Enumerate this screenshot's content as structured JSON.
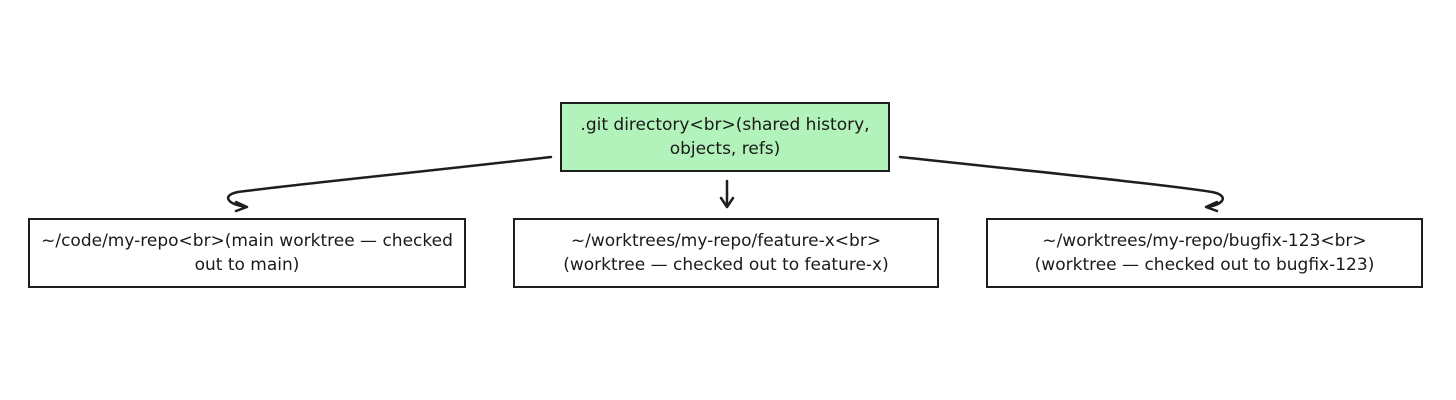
{
  "diagram": {
    "nodes": {
      "git": {
        "line1": ".git directory<br>(shared history,",
        "line2": "objects, refs)",
        "fill": "#b2f2bb"
      },
      "main": {
        "line1": "~/code/my-repo<br>(main worktree — checked",
        "line2": "out to main)"
      },
      "feature": {
        "line1": "~/worktrees/my-repo/feature-x<br>",
        "line2": "(worktree — checked out to feature-x)"
      },
      "bugfix": {
        "line1": "~/worktrees/my-repo/bugfix-123<br>",
        "line2": "(worktree — checked out to bugfix-123)"
      }
    },
    "edges": [
      {
        "from": "git",
        "to": "main"
      },
      {
        "from": "git",
        "to": "feature"
      },
      {
        "from": "git",
        "to": "bugfix"
      }
    ],
    "stroke_color": "#1e1e1e"
  }
}
